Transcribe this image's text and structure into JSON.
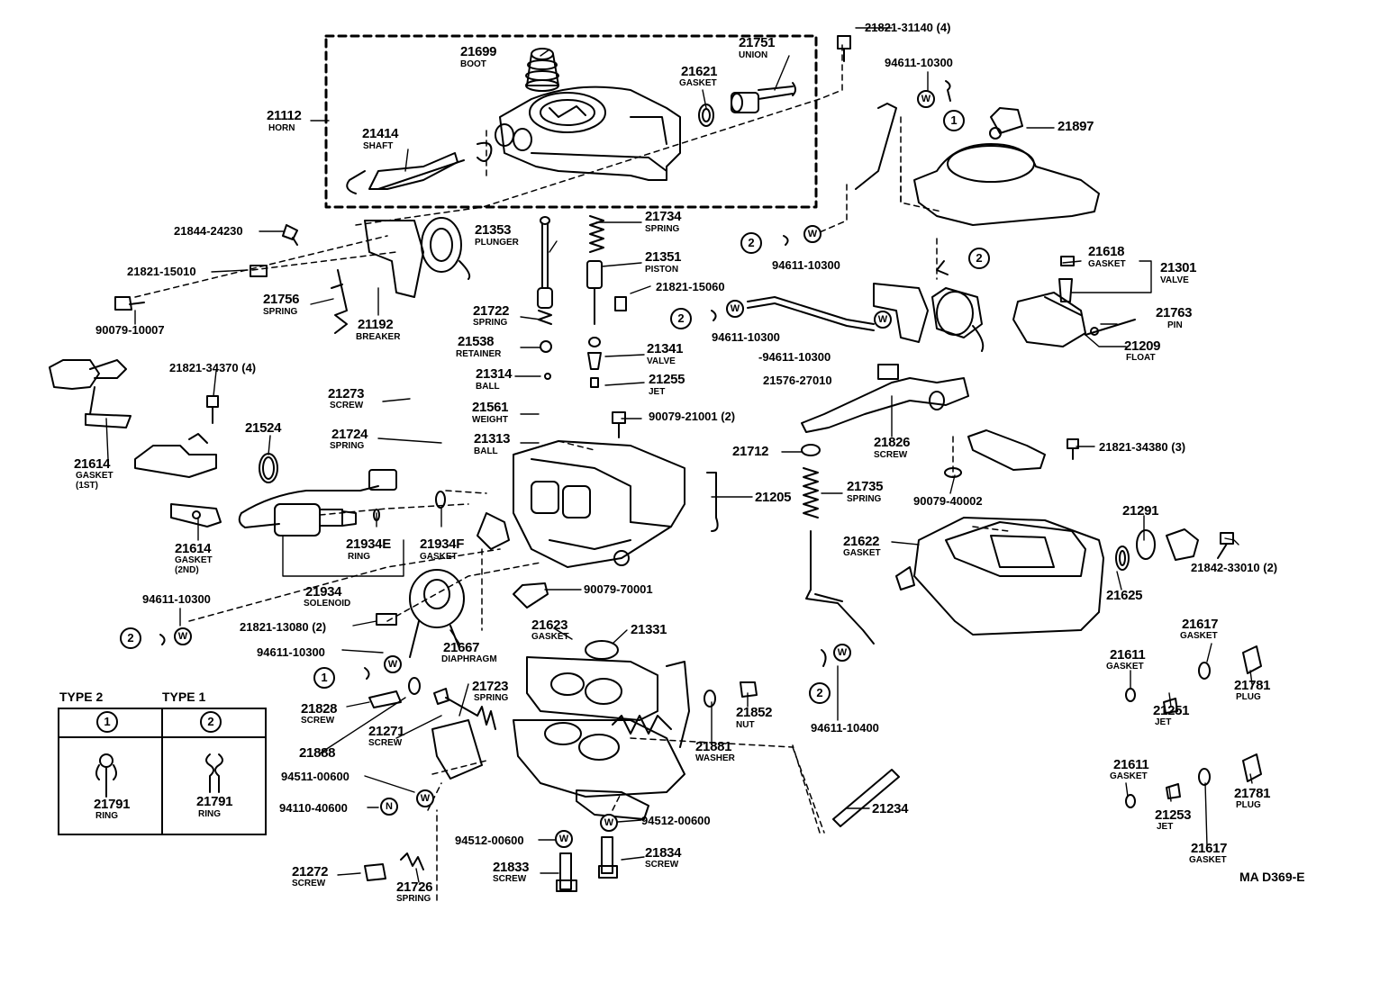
{
  "diagram_code": "MA D369-E",
  "type_table": {
    "header_left": "TYPE 2",
    "header_right": "TYPE 1",
    "col1_symbol": "1",
    "col2_symbol": "2",
    "col1_part": "21791",
    "col1_desc": "RING",
    "col2_part": "21791",
    "col2_desc": "RING"
  },
  "circle_symbols": {
    "w": "W",
    "n": "N",
    "one": "1",
    "two": "2"
  },
  "parts": {
    "p21821_31140": "21821-31140 (4)",
    "p21699": "21699",
    "p21699_d": "BOOT",
    "p21751": "21751",
    "p21751_d": "UNION",
    "p21621": "21621",
    "p21621_d": "GASKET",
    "p21112": "21112",
    "p21112_d": "HORN",
    "p21414": "21414",
    "p21414_d": "SHAFT",
    "p94611_10300_a": "94611-10300",
    "p21897": "21897",
    "p21844_24230": "21844-24230",
    "p21821_15010": "21821-15010",
    "p90079_10007": "90079-10007",
    "p21756": "21756",
    "p21756_d": "SPRING",
    "p21192": "21192",
    "p21192_d": "BREAKER",
    "p21353": "21353",
    "p21353_d": "PLUNGER",
    "p21734": "21734",
    "p21734_d": "SPRING",
    "p21351": "21351",
    "p21351_d": "PISTON",
    "p21821_15060": "21821-15060",
    "p94611_10300_b": "94611-10300",
    "p21618": "21618",
    "p21618_d": "GASKET",
    "p21301": "21301",
    "p21301_d": "VALVE",
    "p21722": "21722",
    "p21722_d": "SPRING",
    "p21538": "21538",
    "p21538_d": "RETAINER",
    "p21314": "21314",
    "p21314_d": "BALL",
    "p21341": "21341",
    "p21341_d": "VALVE",
    "p21255": "21255",
    "p21255_d": "JET",
    "p94611_10300_c": "94611-10300",
    "p94611_10300_d": "-94611-10300",
    "p21763": "21763",
    "p21763_d": "PIN",
    "p21209": "21209",
    "p21209_d": "FLOAT",
    "p21821_34370": "21821-34370 (4)",
    "p21576_27010": "21576-27010",
    "p21273": "21273",
    "p21273_d": "SCREW",
    "p21561": "21561",
    "p21561_d": "WEIGHT",
    "p90079_21001": "90079-21001 (2)",
    "p21724": "21724",
    "p21724_d": "SPRING",
    "p21313": "21313",
    "p21313_d": "BALL",
    "p21524": "21524",
    "p21826": "21826",
    "p21826_d": "SCREW",
    "p21821_34380": "21821-34380 (3)",
    "p21712": "21712",
    "p21614_a": "21614",
    "p21614_a_d": "GASKET",
    "p21614_a_d2": "(1ST)",
    "p21205": "21205",
    "p21735": "21735",
    "p21735_d": "SPRING",
    "p90079_40002": "90079-40002",
    "p21291": "21291",
    "p21622": "21622",
    "p21622_d": "GASKET",
    "p21842_33010": "21842-33010 (2)",
    "p21934E": "21934E",
    "p21934E_d": "RING",
    "p21934F": "21934F",
    "p21934F_d": "GASKET",
    "p21614_b": "21614",
    "p21614_b_d": "GASKET",
    "p21614_b_d2": "(2ND)",
    "p21625": "21625",
    "p21934": "21934",
    "p21934_d": "SOLENOID",
    "p90079_70001": "90079-70001",
    "p94611_10300_e": "94611-10300",
    "p21821_13080": "21821-13080 (2)",
    "p21617_a": "21617",
    "p21617_a_d": "GASKET",
    "p21667": "21667",
    "p21667_d": "DIAPHRAGM",
    "p94611_10300_f": "94611-10300",
    "p21623": "21623",
    "p21623_d": "GASKET",
    "p21331": "21331",
    "p21611_a": "21611",
    "p21611_a_d": "GASKET",
    "p21781_a": "21781",
    "p21781_a_d": "PLUG",
    "p21723": "21723",
    "p21723_d": "SPRING",
    "p21828": "21828",
    "p21828_d": "SCREW",
    "p21852": "21852",
    "p21852_d": "NUT",
    "p21251": "21251",
    "p21251_d": "JET",
    "p21888": "21888",
    "p21271": "21271",
    "p21271_d": "SCREW",
    "p21881": "21881",
    "p21881_d": "WASHER",
    "p94611_10400": "94611-10400",
    "p21611_b": "21611",
    "p21611_b_d": "GASKET",
    "p21781_b": "21781",
    "p21781_b_d": "PLUG",
    "p94511_00600": "94511-00600",
    "p94110_40600": "94110-40600",
    "p21234": "21234",
    "p21253": "21253",
    "p21253_d": "JET",
    "p94512_00600_a": "94512-00600",
    "p94512_00600_b": "94512-00600",
    "p21617_b": "21617",
    "p21617_b_d": "GASKET",
    "p21834": "21834",
    "p21834_d": "SCREW",
    "p21833": "21833",
    "p21833_d": "SCREW",
    "p21272": "21272",
    "p21272_d": "SCREW",
    "p21726": "21726",
    "p21726_d": "SPRING"
  }
}
